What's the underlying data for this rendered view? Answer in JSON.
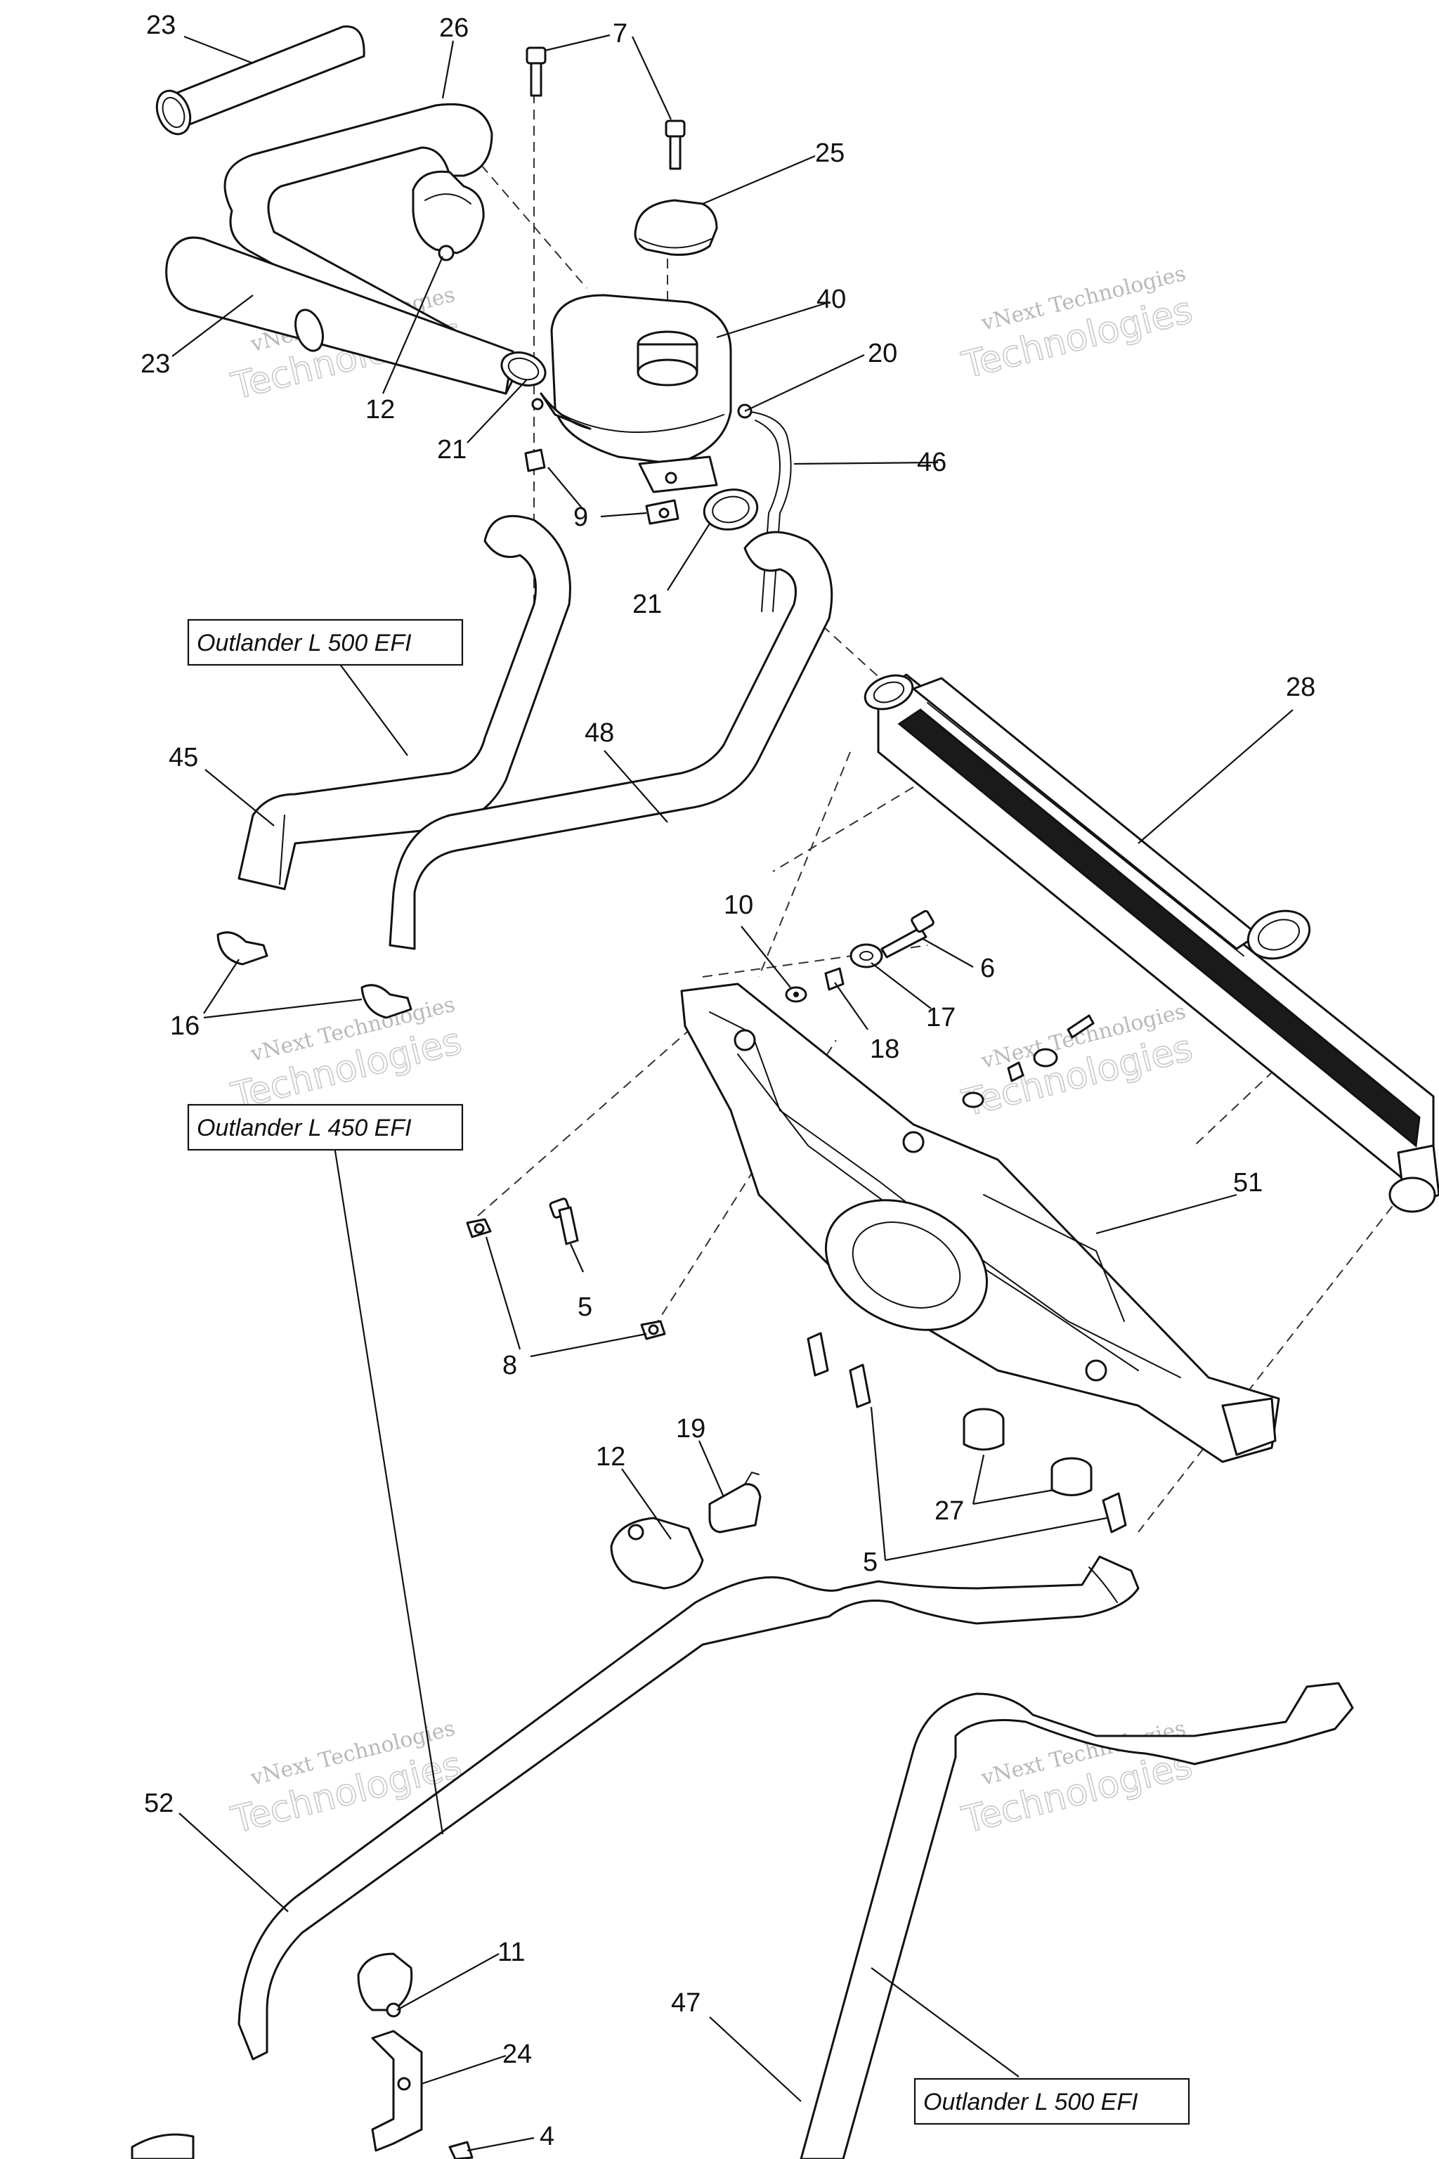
{
  "callouts": {
    "c23a": "23",
    "c26": "26",
    "c7": "7",
    "c25": "25",
    "c23b": "23",
    "c12a": "12",
    "c40": "40",
    "c20": "20",
    "c21a": "21",
    "c46": "46",
    "c9": "9",
    "c21b": "21",
    "c28": "28",
    "c45": "45",
    "c48": "48",
    "c10": "10",
    "c6": "6",
    "c17": "17",
    "c18": "18",
    "c16": "16",
    "c51": "51",
    "c5a": "5",
    "c8": "8",
    "c12b": "12",
    "c19": "19",
    "c27": "27",
    "c5b": "5",
    "c52": "52",
    "c11": "11",
    "c24": "24",
    "c47": "47",
    "c4": "4"
  },
  "model_labels": {
    "top": "Outlander L 500 EFI",
    "middle": "Outlander L 450 EFI",
    "bottom": "Outlander L 500 EFI"
  },
  "watermark": {
    "line1": "vNext Technologies",
    "line2": "Technologies",
    "small": "vNext"
  },
  "colors": {
    "ink": "#111111",
    "watermark": "#bdbdbd",
    "background": "#ffffff"
  }
}
